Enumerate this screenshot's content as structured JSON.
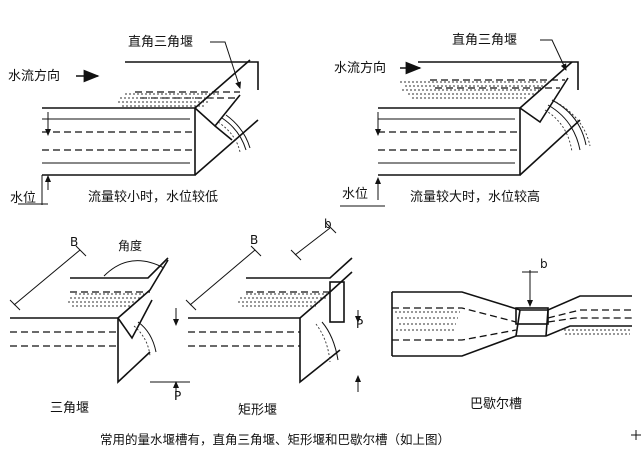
{
  "panel_top_left": {
    "weir_label": "直角三角堰",
    "flow_label": "水流方向",
    "level_label": "水位",
    "caption": "流量较小时，水位较低"
  },
  "panel_top_right": {
    "weir_label": "直角三角堰",
    "flow_label": "水流方向",
    "level_label": "水位",
    "caption": "流量较大时，水位较高"
  },
  "panel_bottom_left": {
    "dim_b": "B",
    "angle_label": "角度",
    "dim_p": "P",
    "caption": "三角堰"
  },
  "panel_bottom_mid": {
    "dim_B": "B",
    "dim_b": "b",
    "dim_p": "P",
    "caption": "矩形堰"
  },
  "panel_bottom_right": {
    "dim_b": "b",
    "caption": "巴歇尔槽"
  },
  "footer_caption": "常用的量水堰槽有，直角三角堰、矩形堰和巴歇尔槽（如上图）"
}
